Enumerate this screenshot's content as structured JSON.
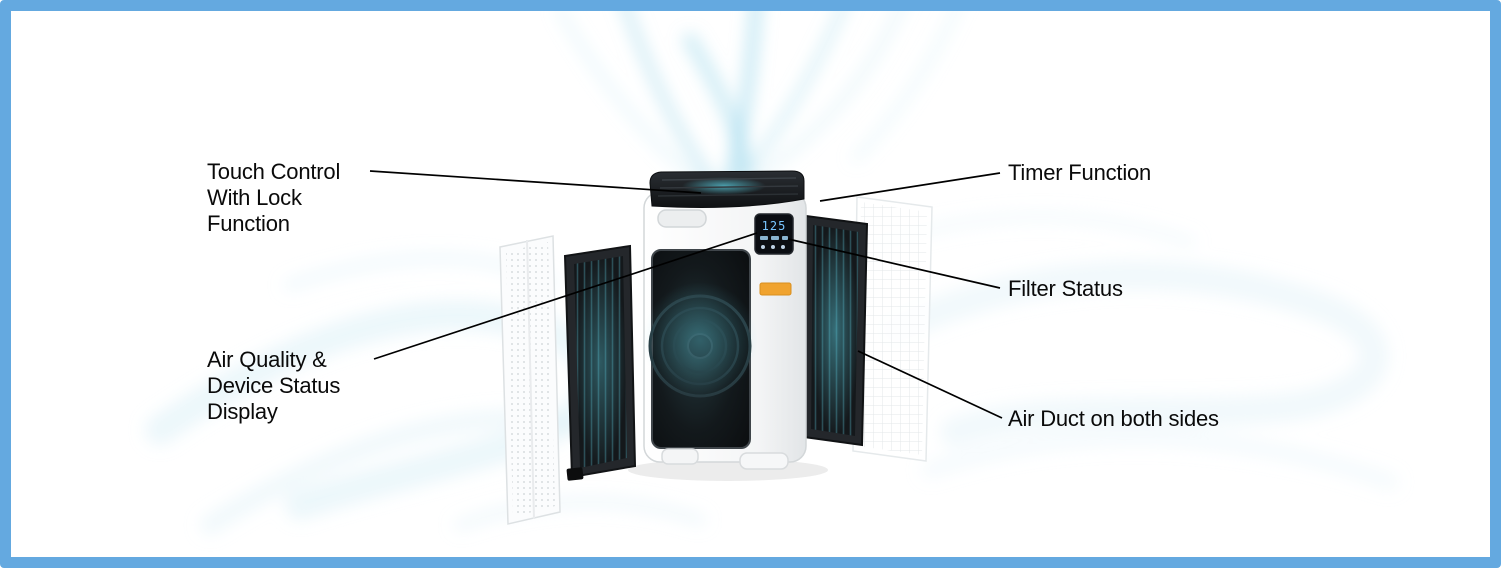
{
  "labels": {
    "touch_control": {
      "lines": [
        "Touch Control",
        "With Lock",
        "Function"
      ]
    },
    "timer": {
      "text": "Timer Function"
    },
    "filter_status": {
      "text": "Filter Status"
    },
    "air_quality": {
      "lines": [
        "Air Quality &",
        "Device Status",
        "Display"
      ]
    },
    "air_duct": {
      "text": "Air Duct on both sides"
    }
  },
  "device": {
    "display_reading": "125"
  },
  "colors": {
    "frame_border": "#64a9e0",
    "label_text": "#0a0a0a",
    "airflow": "#b5e1f0",
    "display_digits": "#79c6ff",
    "filter_glow": "#59c7d8"
  }
}
